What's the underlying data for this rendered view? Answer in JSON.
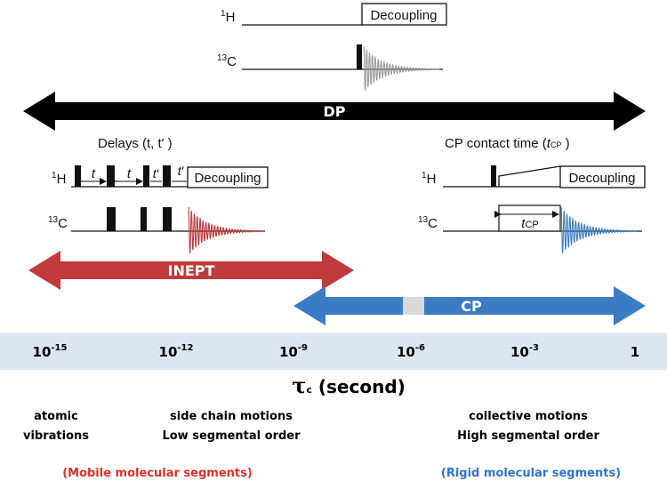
{
  "dp": {
    "h_label": "1H",
    "c_label": "13C",
    "decoupling": "Decoupling",
    "arrow_label": "DP"
  },
  "inept": {
    "delays_title": "Delays (t, t′ )",
    "h_label": "1H",
    "c_label": "13C",
    "t1": "t",
    "t2": "t",
    "t3": "t′",
    "t4": "t′",
    "decoupling": "Decoupling",
    "arrow_label": "INEPT"
  },
  "cp": {
    "title": "CP contact time (tCP )",
    "h_label": "1H",
    "c_label": "13C",
    "decoupling": "Decoupling",
    "tcp": "tCP",
    "arrow_label": "CP"
  },
  "timescale": {
    "ticks": [
      "10-15",
      "10-12",
      "10-9",
      "10-6",
      "10-3",
      "1"
    ],
    "axis_label": "τc (second)"
  },
  "regions": {
    "left1_line1": "atomic",
    "left1_line2": "vibrations",
    "left2_line1": "side chain motions",
    "left2_line2": "Low segmental order",
    "right_line1": "collective motions",
    "right_line2": "High segmental order",
    "mobile": "(Mobile molecular segments)",
    "rigid": "(Rigid molecular segments)"
  },
  "colors": {
    "dp": "#000000",
    "inept": "#c0393b",
    "cp": "#3b7cc4",
    "band": "#dce6f1",
    "mobile_text": "#e0302a",
    "rigid_text": "#2e75c9",
    "gap": "#d9d9d9"
  }
}
